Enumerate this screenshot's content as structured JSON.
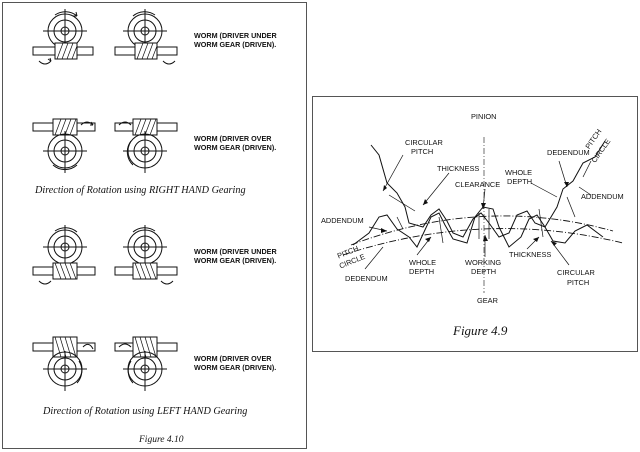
{
  "figure_4_10": {
    "rows": [
      {
        "label_line1": "WORM (DRIVER UNDER",
        "label_line2": "WORM GEAR (DRIVEN)."
      },
      {
        "label_line1": "WORM (DRIVER OVER",
        "label_line2": "WORM GEAR (DRIVEN)."
      },
      {
        "label_line1": "WORM (DRIVER UNDER",
        "label_line2": "WORM GEAR (DRIVEN)."
      },
      {
        "label_line1": "WORM (DRIVER OVER",
        "label_line2": "WORM GEAR (DRIVEN)."
      }
    ],
    "caption_right": "Direction of Rotation using RIGHT HAND Gearing",
    "caption_left": "Direction of Rotation using LEFT HAND Gearing",
    "figure_label": "Figure 4.10"
  },
  "figure_4_9": {
    "pinion": "PINION",
    "gear": "GEAR",
    "labels": {
      "circular_pitch_top_1": "CIRCULAR",
      "circular_pitch_top_2": "PITCH",
      "thickness_top": "THICKNESS",
      "clearance": "CLEARANCE",
      "dedendum_top": "DEDENDUM",
      "whole_depth_top_1": "WHOLE",
      "whole_depth_top_2": "DEPTH",
      "pitch_circle_top_1": "PITCH",
      "pitch_circle_top_2": "CIRCLE",
      "addendum_right": "ADDENDUM",
      "addendum_left": "ADDENDUM",
      "pitch_circle_left_1": "PITCH",
      "pitch_circle_left_2": "CIRCLE",
      "dedendum_left": "DEDENDUM",
      "whole_depth_bottom_1": "WHOLE",
      "whole_depth_bottom_2": "DEPTH",
      "working_depth_1": "WORKING",
      "working_depth_2": "DEPTH",
      "thickness_bottom": "THICKNESS",
      "circular_pitch_bottom_1": "CIRCULAR",
      "circular_pitch_bottom_2": "PITCH"
    },
    "figure_label": "Figure 4.9"
  }
}
